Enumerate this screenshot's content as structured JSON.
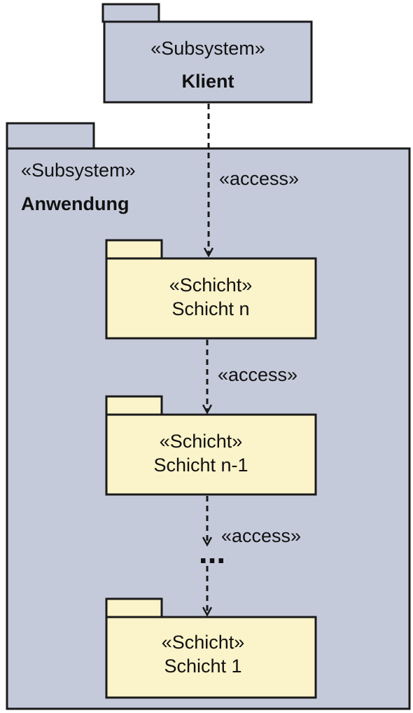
{
  "colors": {
    "subsystem_fill": "#c5cadb",
    "layer_fill": "#fbf3c9",
    "stroke": "#1a1a1a"
  },
  "client": {
    "stereotype": "«Subsystem»",
    "name": "Klient"
  },
  "application": {
    "stereotype": "«Subsystem»",
    "name": "Anwendung"
  },
  "layers": [
    {
      "stereotype": "«Schicht»",
      "name": "Schicht n"
    },
    {
      "stereotype": "«Schicht»",
      "name": "Schicht n-1"
    },
    {
      "stereotype": "«Schicht»",
      "name": "Schicht 1"
    }
  ],
  "dependencies": [
    {
      "label": "«access»"
    },
    {
      "label": "«access»"
    },
    {
      "label": "«access»"
    }
  ],
  "ellipsis": "..."
}
